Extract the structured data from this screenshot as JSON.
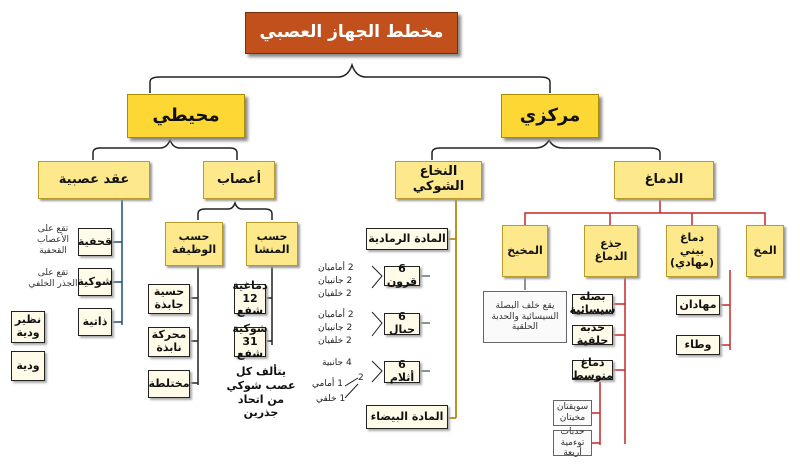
{
  "title": "مخطط الجهاز العصبي",
  "peripheral": {
    "label": "محيطي",
    "ganglia": {
      "label": "عقد عصبية",
      "items": [
        {
          "label": "قحفية",
          "note": "تقع على الأعصاب القحفية"
        },
        {
          "label": "شوكية",
          "note": "تقع على الجذر الخلفي"
        },
        {
          "label": "ذاتية"
        }
      ],
      "subtypes": [
        "نظير ودية",
        "ودية"
      ]
    },
    "nerves": {
      "label": "أعصاب",
      "by_function": {
        "label": "حسب الوظيفة",
        "items": [
          "حسية جابذة",
          "محركة نابذة",
          "مختلطة"
        ]
      },
      "by_origin": {
        "label": "حسب المنشا",
        "items": [
          "دماغية 12 شفع",
          "شوكية 31 شفع"
        ]
      },
      "note": "يتألف كل عصب شوكي من اتحاد جذرين"
    }
  },
  "central": {
    "label": "مركزي",
    "spinal_cord": {
      "label": "النخاع الشوكي",
      "gray": "المادة الرمادية",
      "white": "المادة البيضاء",
      "horns": {
        "label": "6 قرون",
        "details": [
          "2 أماميان",
          "2 جانبيان",
          "2 خلفيان"
        ]
      },
      "cords": {
        "label": "6 حبال",
        "details": [
          "2 أماميان",
          "2 جانبيان",
          "2 خلفيان"
        ]
      },
      "tracts": {
        "label": "6 أثلام",
        "details": [
          "4 جانبية",
          "1 أمامي",
          "1 خلفي"
        ],
        "count": "2"
      }
    },
    "brain": {
      "label": "الدماغ",
      "cerebellum": {
        "label": "المخيخ",
        "note": "يقع خلف البصلة السيسائية والحدبة الحلقية"
      },
      "brainstem": {
        "label": "جذع الدماغ",
        "items": [
          "بصلة سيسائية",
          "حدبة حلقية",
          "دماغ متوسط"
        ],
        "midbrain_parts": [
          "سويقتان مخيتان",
          "حدبات توءمية أربعة"
        ]
      },
      "diencephalon": {
        "label": "دماغ بيني (مهادي)",
        "items": [
          "مهادان",
          "وطاء"
        ]
      },
      "cerebrum": {
        "label": "المخ"
      }
    }
  }
}
